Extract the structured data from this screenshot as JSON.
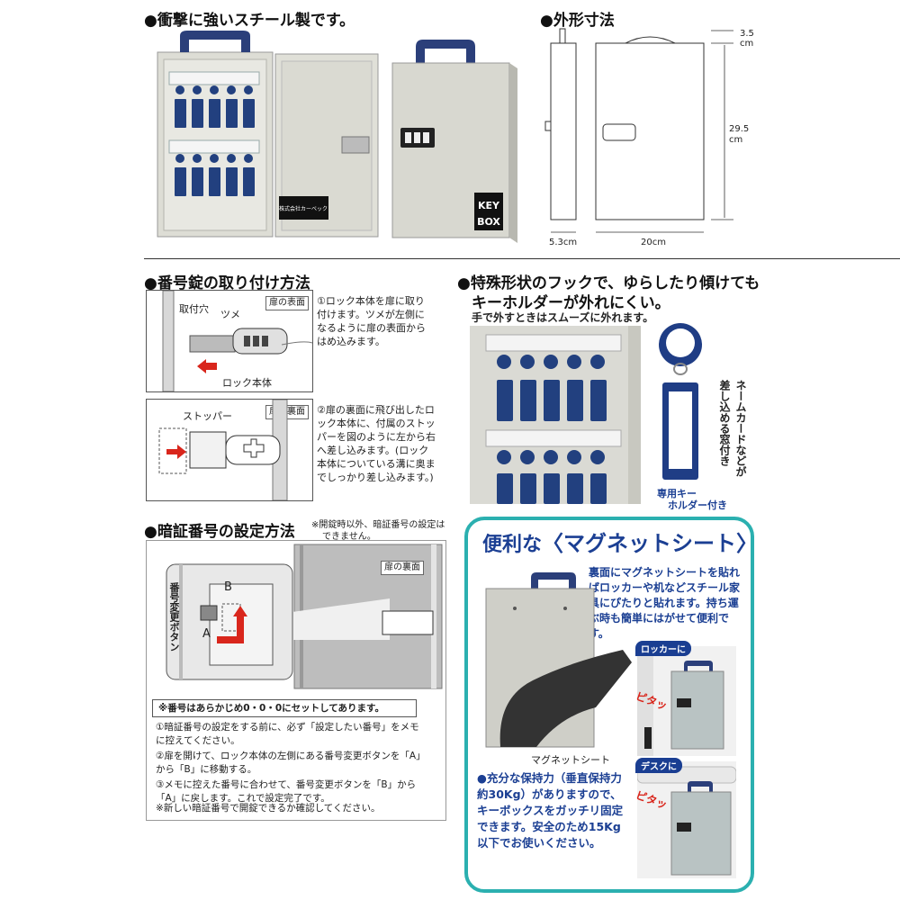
{
  "section1": {
    "title": "●衝撃に強いスチール製です。",
    "box_label_top": "KEY",
    "box_label_bottom": "BOX",
    "inner_label": "株式会社カーベック"
  },
  "section2": {
    "title": "●外形寸法",
    "dim_top": "3.5",
    "dim_top_unit": "cm",
    "dim_height": "29.5",
    "dim_height_unit": "cm",
    "dim_depth": "5.3cm",
    "dim_width": "20cm"
  },
  "section3": {
    "title": "●番号錠の取り付け方法",
    "panel1": {
      "tag": "扉の表面",
      "label_hole": "取付穴",
      "label_claw": "ツメ",
      "label_body": "ロック本体",
      "text": "①ロック本体を扉に取り付けます。ツメが左側になるように扉の表面からはめ込みます。"
    },
    "panel2": {
      "tag": "扉の裏面",
      "label_stopper": "ストッパー",
      "text": "②扉の裏面に飛び出したロック本体に、付属のストッパーを図のように左から右へ差し込みます。(ロック本体についている溝に奥までしっかり差し込みます。)"
    }
  },
  "section4": {
    "title": "●特殊形状のフックで、ゆらしたり傾けても",
    "title2": "キーホルダーが外れにくい。",
    "subtitle": "手で外すときはスムーズに外れます。",
    "holder_vertical_1": "ネームカードなどが",
    "holder_vertical_2": "差し込める窓付き",
    "holder_caption_1": "専用キー",
    "holder_caption_2": "ホルダー付き"
  },
  "section5": {
    "title": "●暗証番号の設定方法",
    "caution_1": "※開錠時以外、暗証番号の設定は",
    "caution_2": "できません。",
    "door_tag": "扉の裏面",
    "label_b": "B",
    "label_a": "A",
    "button_vertical": "番号変更ボタン",
    "preset": "※番号はあらかじめ0・0・0にセットしてあります。",
    "steps": [
      "①暗証番号の設定をする前に、必ず「設定したい番号」をメモに控えてください。",
      "②扉を開けて、ロック本体の左側にある番号変更ボタンを「A」から「B」に移動する。",
      "③メモに控えた番号に合わせて、番号変更ボタンを「B」から「A」に戻します。これで設定完了です。"
    ],
    "final_note": "※新しい暗証番号で開錠できるか確認してください。"
  },
  "section6": {
    "head_prefix": "便利な",
    "head_main": "〈マグネットシート〉",
    "desc": "裏面にマグネットシートを貼ればロッカーや机などスチール家具にぴたりと貼れます。持ち運ぶ時も簡単にはがせて便利です。",
    "sheet_label": "マグネットシート",
    "strength": "●充分な保持力（垂直保持力約30Kg）がありますので、キーボックスをガッチリ固定できます。安全のため15Kg以下でお使いください。",
    "badge_locker": "ロッカーに",
    "badge_desk": "デスクに",
    "pita1": "ピタッ",
    "pita2": "ピタッ"
  },
  "colors": {
    "accent_blue": "#1b3f93",
    "teal_border": "#2bb0b0",
    "arrow_red": "#d9261c",
    "box_gray": "#d8d8d0"
  }
}
